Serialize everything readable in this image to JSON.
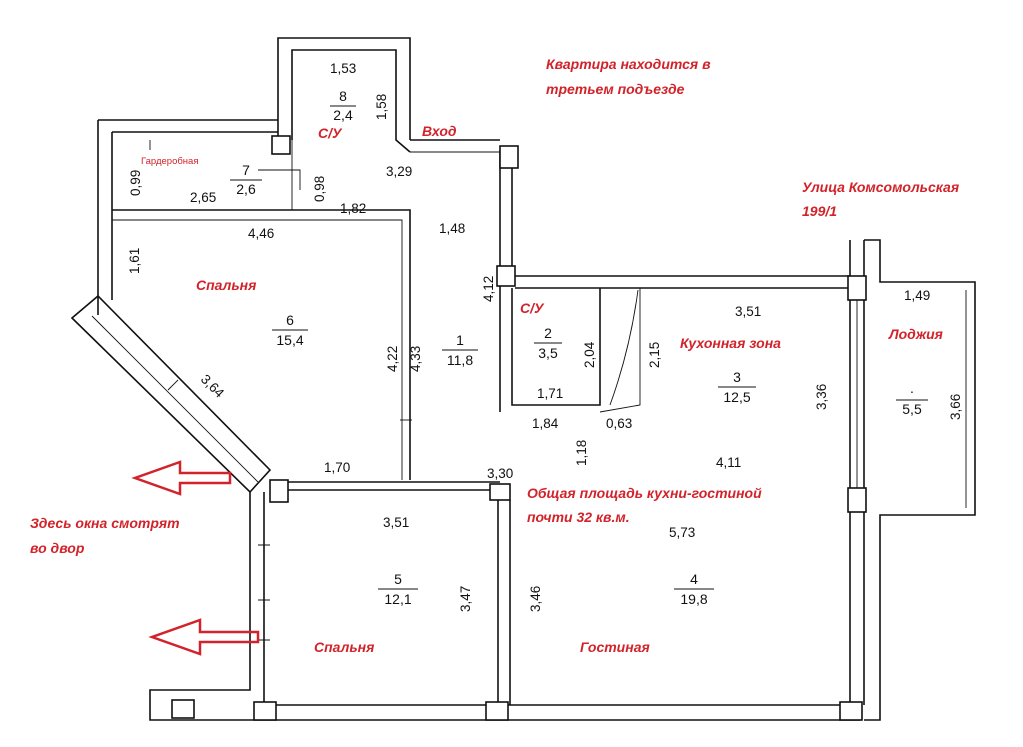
{
  "colors": {
    "annotation": "#d2232a",
    "line": "#111111"
  },
  "notes": {
    "entrance_line1": "Квартира находится в",
    "entrance_line2": "третьем подъезде",
    "street_line1": "Улица Комсомольская",
    "street_line2": "199/1",
    "entry": "Вход",
    "kitchen_total_line1": "Общая площадь кухни-гостиной",
    "kitchen_total_line2": "почти 32 кв.м.",
    "windows_line1": "Здесь окна смотрят",
    "windows_line2": "во двор"
  },
  "room_labels": {
    "wc_top": "С/У",
    "wardrobe": "Гардеробная",
    "bedroom_top": "Спальня",
    "wc_mid": "С/У",
    "kitchen_zone": "Кухонная зона",
    "loggia": "Лоджия",
    "bedroom_bottom": "Спальня",
    "living": "Гостиная"
  },
  "rooms": [
    {
      "id": "8",
      "area": "2,4"
    },
    {
      "id": "7",
      "area": "2,6"
    },
    {
      "id": "6",
      "area": "15,4"
    },
    {
      "id": "1",
      "area": "11,8"
    },
    {
      "id": "2",
      "area": "3,5"
    },
    {
      "id": "3",
      "area": "12,5"
    },
    {
      "id": "·",
      "area": "5,5"
    },
    {
      "id": "5",
      "area": "12,1"
    },
    {
      "id": "4",
      "area": "19,8"
    }
  ],
  "dimensions": {
    "d_1_53": "1,53",
    "d_1_58": "1,58",
    "d_3_29": "3,29",
    "d_0_99": "0,99",
    "d_2_65": "2,65",
    "d_0_98": "0,98",
    "d_1_82": "1,82",
    "d_4_46": "4,46",
    "d_1_48": "1,48",
    "d_1_61": "1,61",
    "d_4_12": "4,12",
    "d_3_51_top": "3,51",
    "d_1_49": "1,49",
    "d_2_04": "2,04",
    "d_2_15": "2,15",
    "d_4_22": "4,22",
    "d_4_33": "4,33",
    "d_3_64": "3,64",
    "d_1_71": "1,71",
    "d_3_36": "3,36",
    "d_3_66": "3,66",
    "d_1_84": "1,84",
    "d_0_63": "0,63",
    "d_1_18": "1,18",
    "d_4_11": "4,11",
    "d_1_70": "1,70",
    "d_3_30": "3,30",
    "d_3_51_bottom": "3,51",
    "d_5_73": "5,73",
    "d_3_47": "3,47",
    "d_3_46": "3,46"
  }
}
